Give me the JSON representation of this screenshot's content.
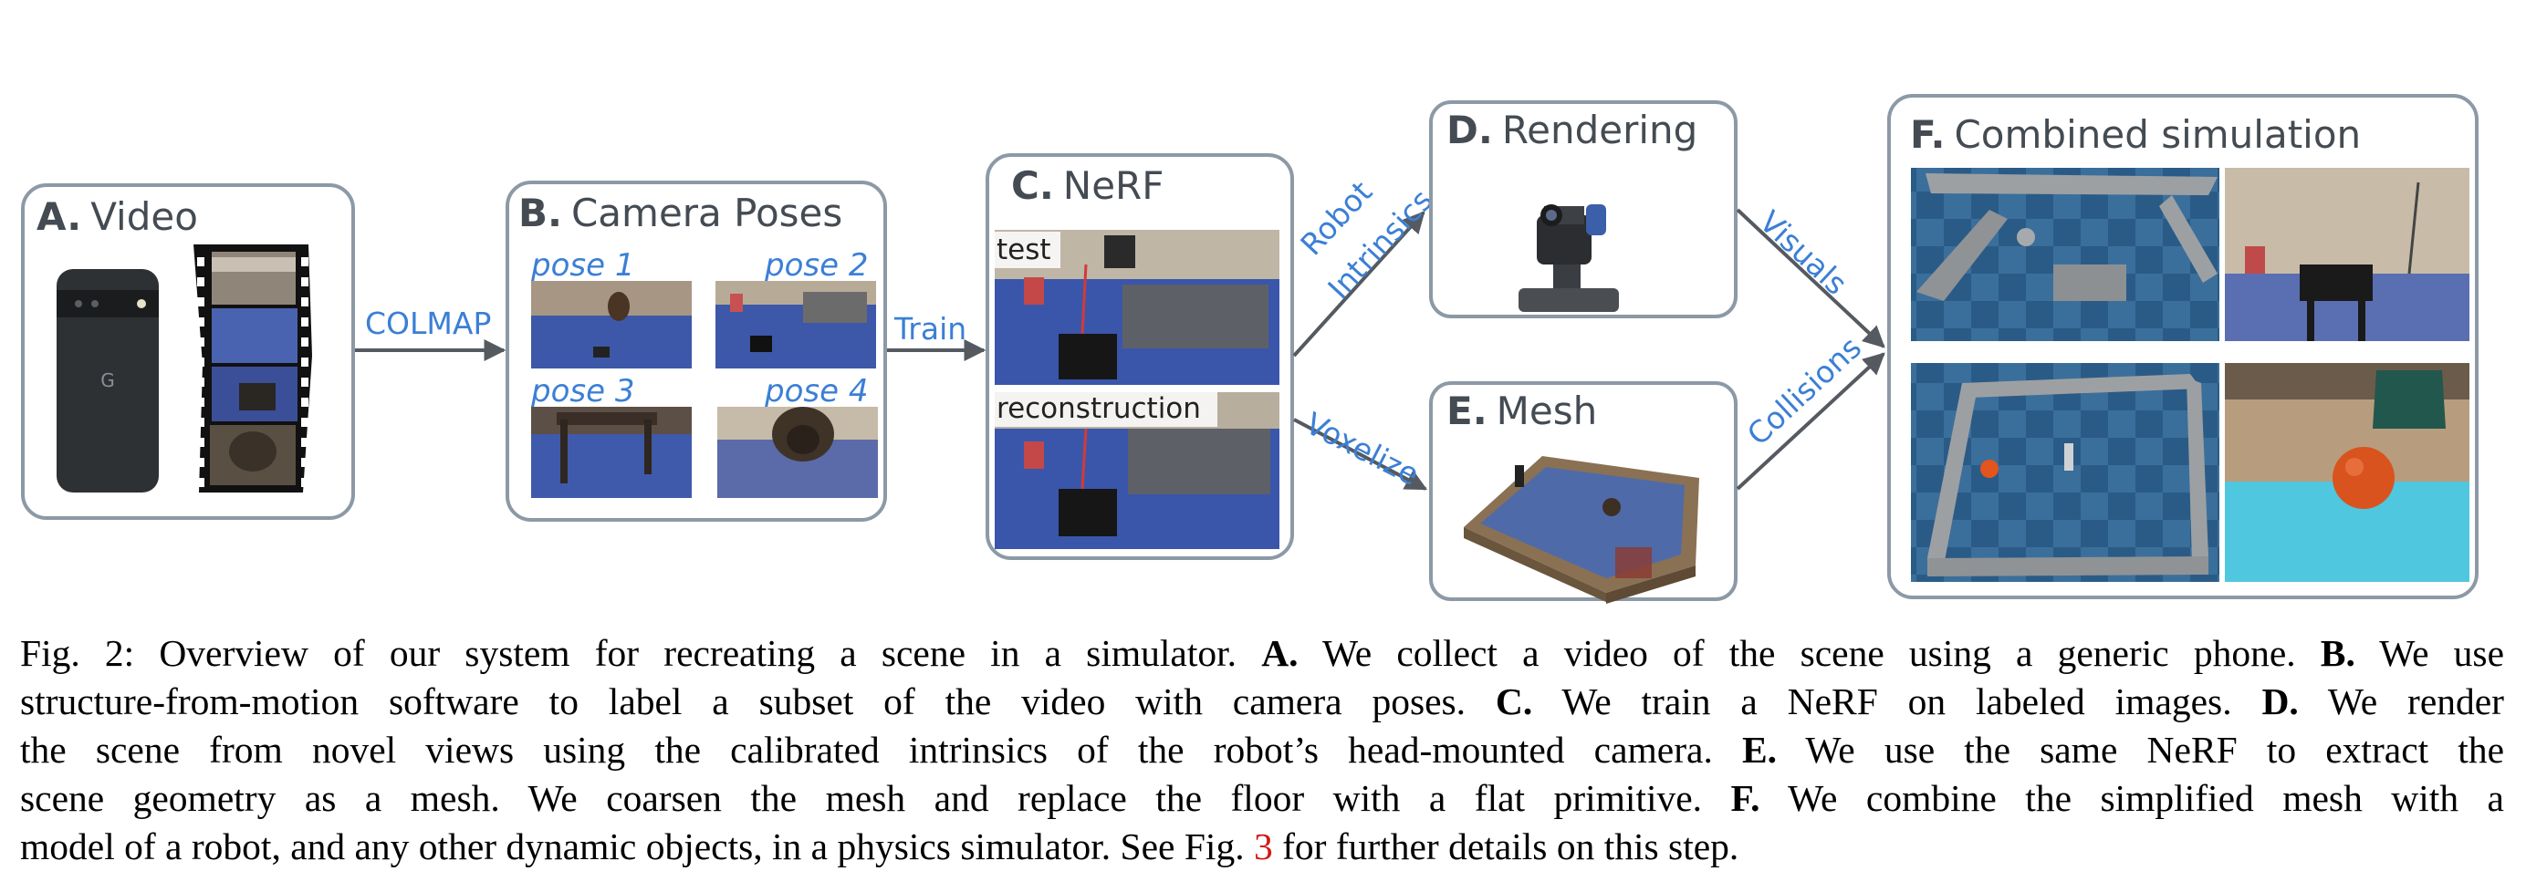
{
  "panels": {
    "a": {
      "letter": "A.",
      "title": "Video"
    },
    "b": {
      "letter": "B.",
      "title": "Camera Poses",
      "poses": [
        "pose 1",
        "pose 2",
        "pose 3",
        "pose 4"
      ]
    },
    "c": {
      "letter": "C.",
      "title": "NeRF",
      "test_label": "test",
      "recon_label": "reconstruction"
    },
    "d": {
      "letter": "D.",
      "title": "Rendering"
    },
    "e": {
      "letter": "E.",
      "title": "Mesh"
    },
    "f": {
      "letter": "F.",
      "title": "Combined simulation"
    }
  },
  "edges": {
    "colmap": "COLMAP",
    "train": "Train",
    "robot": "Robot",
    "intrinsics": "Intrinsics",
    "voxelize": "Voxelize",
    "visuals": "Visuals",
    "collisions": "Collisions"
  },
  "phone_logo": "G",
  "caption": {
    "l1_a": "Fig. 2: Overview of our system for recreating a scene in a simulator. ",
    "l1_b": "A.",
    "l1_c": " We collect a video of the scene using a generic phone. ",
    "l1_d": "B.",
    "l1_e": " We use",
    "l2_a": "structure-from-motion software to label a subset of the video with camera poses. ",
    "l2_b": "C.",
    "l2_c": " We train a NeRF on labeled images. ",
    "l2_d": "D.",
    "l2_e": " We render",
    "l3_a": "the scene from novel views using the calibrated intrinsics of the robot’s head-mounted camera. ",
    "l3_b": "E.",
    "l3_c": " We use the same NeRF to extract the",
    "l4_a": "scene geometry as a mesh. We coarsen the mesh and replace the floor with a flat primitive. ",
    "l4_b": "F.",
    "l4_c": " We combine the simplified mesh with a",
    "l5_a": "model of a robot, and any other dynamic objects, in a physics simulator. See Fig. ",
    "l5_ref": "3",
    "l5_b": " for further details on this step."
  }
}
